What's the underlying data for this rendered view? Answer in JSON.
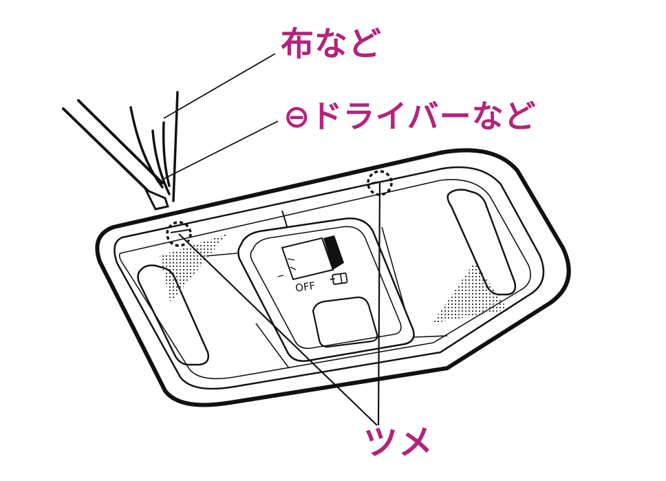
{
  "labels": {
    "cloth": "布など",
    "driver": "⊖ドライバーなど",
    "claw": "ツメ",
    "switch_off": "OFF"
  },
  "icons": {
    "switch_door": "door-icon"
  },
  "colors": {
    "callout": "#b4237a",
    "line": "#111111",
    "hatch": "#3a3a3a",
    "background": "#ffffff"
  }
}
